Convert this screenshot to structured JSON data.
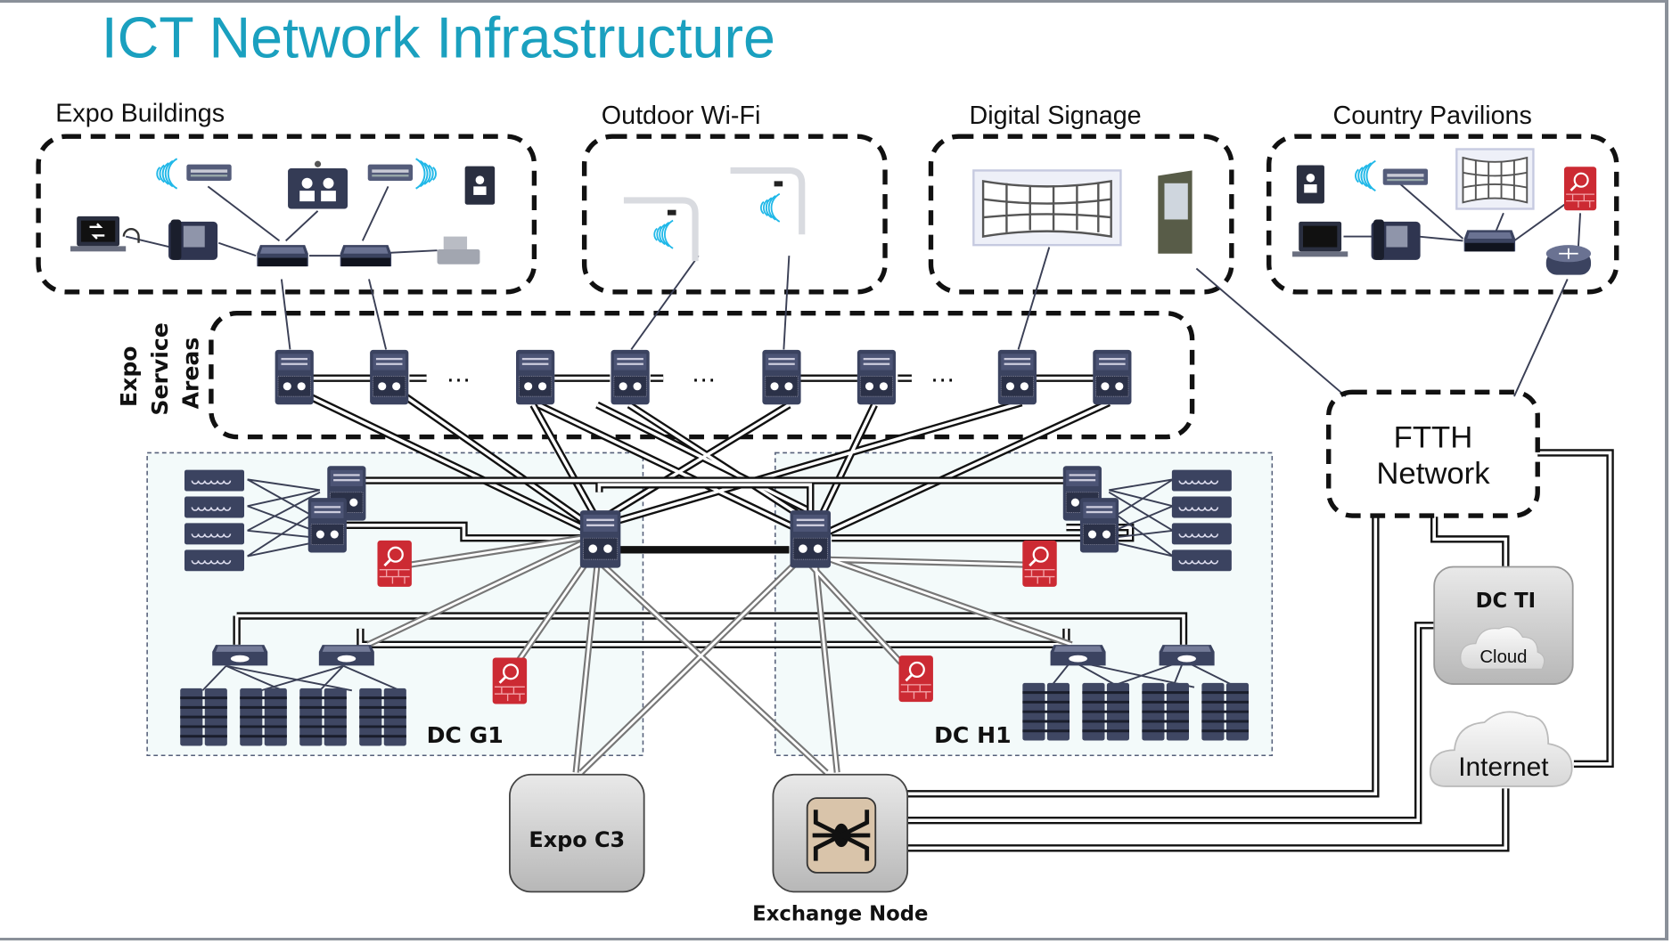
{
  "title": "ICT Network Infrastructure",
  "groups": {
    "expo_buildings": "Expo Buildings",
    "outdoor_wifi": "Outdoor Wi-Fi",
    "digital_signage": "Digital Signage",
    "country_pavilions": "Country Pavilions"
  },
  "service_areas": {
    "label_lines": [
      "Expo",
      "Service",
      "Areas"
    ],
    "ellipsis": "…"
  },
  "ftth": {
    "line1": "FTTH",
    "line2": "Network"
  },
  "datacenters": {
    "g1": "DC G1",
    "h1": "DC H1"
  },
  "dc_ti": {
    "label": "DC TI",
    "cloud": "Cloud"
  },
  "internet": "Internet",
  "expo_c3": "Expo C3",
  "exchange_node": "Exchange Node",
  "colors": {
    "title": "#1aa0bf",
    "firewall": "#cc2a33",
    "wifi": "#20b8e8",
    "device": "#3b4360"
  }
}
